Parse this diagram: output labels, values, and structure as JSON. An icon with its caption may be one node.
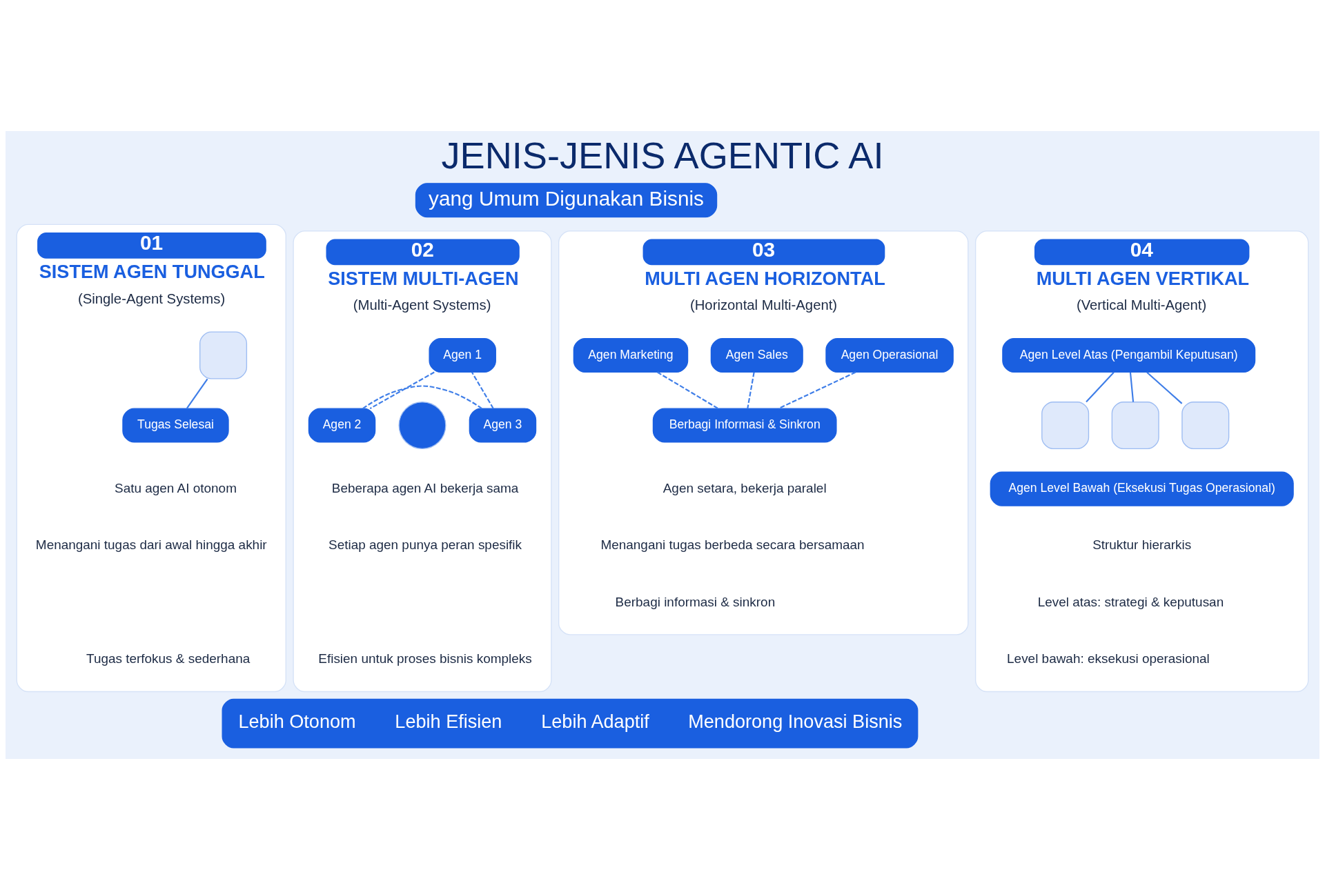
{
  "diagram": {
    "title": "JENIS-JENIS AGENTIC AI",
    "nodes": [
      {
        "text": [
          "yang Umum Digunakan Bisnis"
        ]
      },
      {
        "text": [
          "01",
          "SISTEM AGEN TUNGGAL",
          "(Single-Agent Systems)"
        ]
      },
      {
        "text": [],
        "shape": "box",
        "in": 1
      },
      {
        "text": [
          "Tugas Selesai"
        ],
        "in": 1
      },
      {
        "text": [
          "Satu agen AI otonom"
        ],
        "in": 1
      },
      {
        "text": [
          "Menangani tugas dari awal hingga akhir"
        ],
        "in": 1
      },
      {
        "text": [
          "Tugas terfokus & sederhana"
        ],
        "in": 1
      },
      {
        "text": [
          "02",
          "SISTEM MULTI-AGEN",
          "(Multi-Agent Systems)"
        ]
      },
      {
        "text": [
          "Agen 1"
        ],
        "in": 7
      },
      {
        "text": [
          "Agen 2"
        ],
        "in": 7
      },
      {
        "text": [],
        "shape": "circle",
        "in": 7
      },
      {
        "text": [
          "Agen 3"
        ],
        "in": 7
      },
      {
        "text": [
          "Beberapa agen AI bekerja sama"
        ],
        "in": 7
      },
      {
        "text": [
          "Setiap agen punya peran spesifik"
        ],
        "in": 7
      },
      {
        "text": [
          "Efisien untuk proses bisnis kompleks"
        ],
        "in": 7
      },
      {
        "text": [
          "03",
          "MULTI AGEN HORIZONTAL",
          "(Horizontal Multi-Agent)"
        ]
      },
      {
        "text": [
          "Agen Marketing"
        ],
        "in": 15
      },
      {
        "text": [
          "Agen Sales"
        ],
        "in": 15
      },
      {
        "text": [
          "Agen Operasional"
        ],
        "in": 15
      },
      {
        "text": [
          "Berbagi Informasi & Sinkron"
        ],
        "in": 15
      },
      {
        "text": [
          "Agen setara, bekerja paralel"
        ],
        "in": 15
      },
      {
        "text": [
          "Menangani tugas berbeda secara bersamaan"
        ],
        "in": 15
      },
      {
        "text": [
          "Berbagi informasi & sinkron"
        ],
        "in": 15
      },
      {
        "text": [
          "04",
          "MULTI AGEN VERTIKAL",
          "(Vertical Multi-Agent)"
        ]
      },
      {
        "text": [
          "Agen Level Atas (Pengambil Keputusan)"
        ],
        "in": 23
      },
      {
        "text": [],
        "shape": "box",
        "in": 23
      },
      {
        "text": [],
        "shape": "box",
        "in": 23
      },
      {
        "text": [],
        "shape": "box",
        "in": 23
      },
      {
        "text": [
          "Agen Level Bawah (Eksekusi Tugas Operasional)"
        ],
        "in": 23
      },
      {
        "text": [
          "Struktur hierarkis"
        ],
        "in": 23
      },
      {
        "text": [
          "Level atas: strategi & keputusan"
        ],
        "in": 23
      },
      {
        "text": [
          "Level bawah: eksekusi operasional"
        ],
        "in": 23
      },
      {
        "text": [],
        "shape": "bar"
      },
      {
        "text": [
          "Lebih Otonom"
        ],
        "in": 32
      },
      {
        "text": [
          "Lebih Efisien"
        ],
        "in": 32
      },
      {
        "text": [
          "Lebih Adaptif"
        ],
        "in": 32
      },
      {
        "text": [
          "Mendorong Inovasi Bisnis"
        ],
        "in": 32
      }
    ],
    "edges": [
      {
        "from": 2,
        "to": 3,
        "arrow": "none"
      },
      {
        "from": 8,
        "to": 9,
        "arrow": "none",
        "style": "dashed"
      },
      {
        "from": 9,
        "to": 11,
        "arrow": "none",
        "style": "dashed"
      },
      {
        "from": 11,
        "to": 8,
        "arrow": "none",
        "style": "dashed"
      },
      {
        "from": 16,
        "to": 19,
        "arrow": "none",
        "style": "dashed"
      },
      {
        "from": 17,
        "to": 19,
        "arrow": "none",
        "style": "dashed"
      },
      {
        "from": 18,
        "to": 19,
        "arrow": "none",
        "style": "dashed"
      },
      {
        "from": 24,
        "to": 25,
        "arrow": "none"
      },
      {
        "from": 24,
        "to": 26,
        "arrow": "none"
      },
      {
        "from": 24,
        "to": 27,
        "arrow": "none"
      }
    ]
  }
}
